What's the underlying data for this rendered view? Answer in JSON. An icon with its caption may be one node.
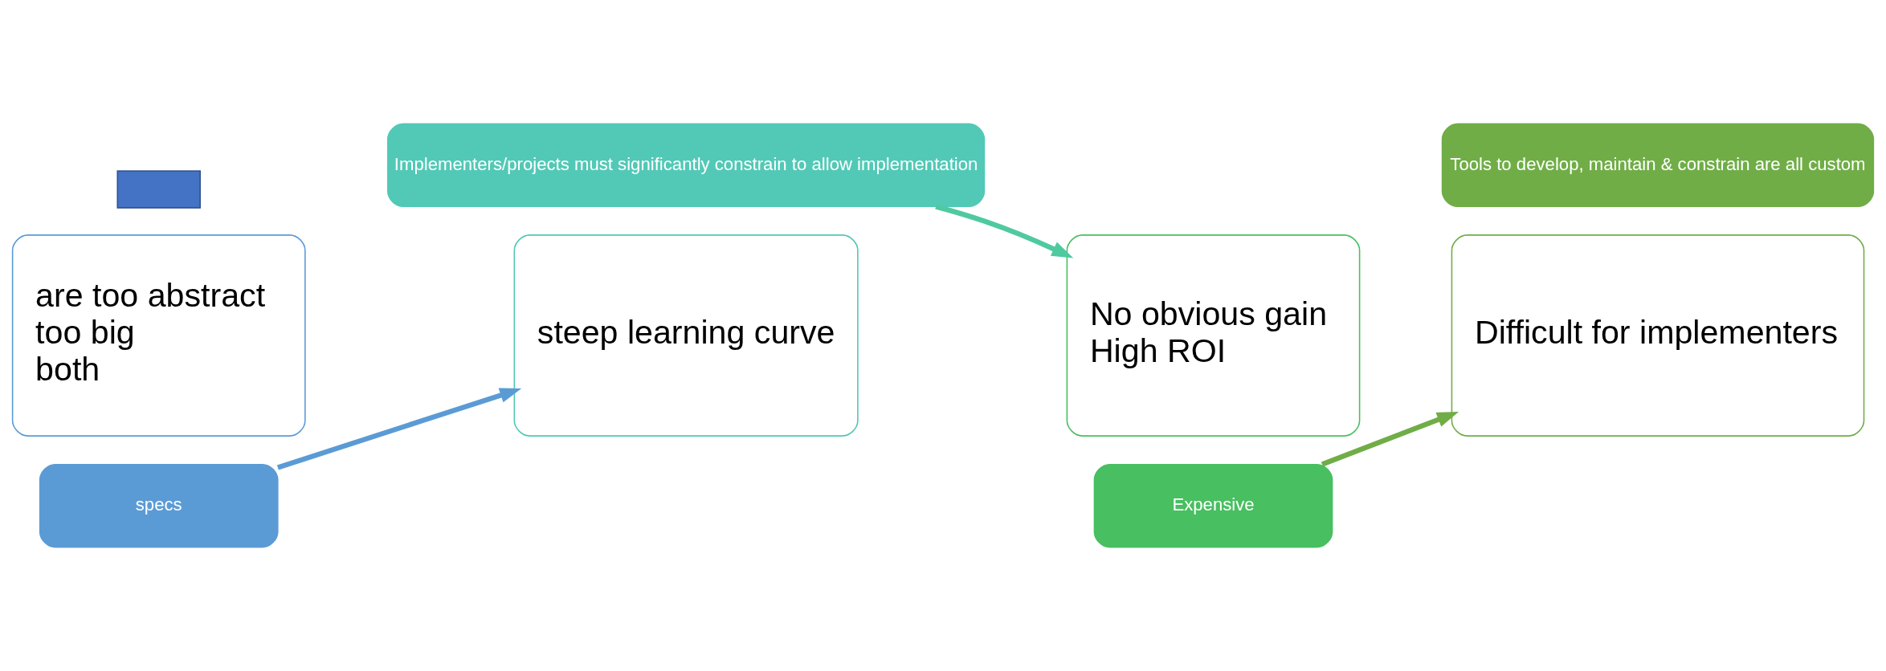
{
  "diagram": {
    "nodes": [
      {
        "text": [
          "are too abstract",
          "too big",
          "both"
        ]
      },
      {
        "text": [
          "specs"
        ]
      },
      {
        "text": [
          "steep learning curve"
        ]
      },
      {
        "text": [
          "Implementers/projects must significantly constrain to allow implementation"
        ]
      },
      {
        "text": [
          "No obvious gain",
          "High ROI"
        ]
      },
      {
        "text": [
          "Expensive"
        ]
      },
      {
        "text": [
          "Difficult for implementers"
        ]
      },
      {
        "text": [
          "Tools to develop, maintain & constrain are all custom"
        ]
      },
      {
        "text": [],
        "shape": "bar"
      }
    ],
    "edges": [
      {
        "from": 1,
        "to": 2,
        "arrow": "to",
        "color": "#5b9bd5"
      },
      {
        "from": 3,
        "to": 4,
        "arrow": "to",
        "color": "#4fc9a0"
      },
      {
        "from": 5,
        "to": 6,
        "arrow": "to",
        "color": "#70ad47"
      }
    ]
  }
}
